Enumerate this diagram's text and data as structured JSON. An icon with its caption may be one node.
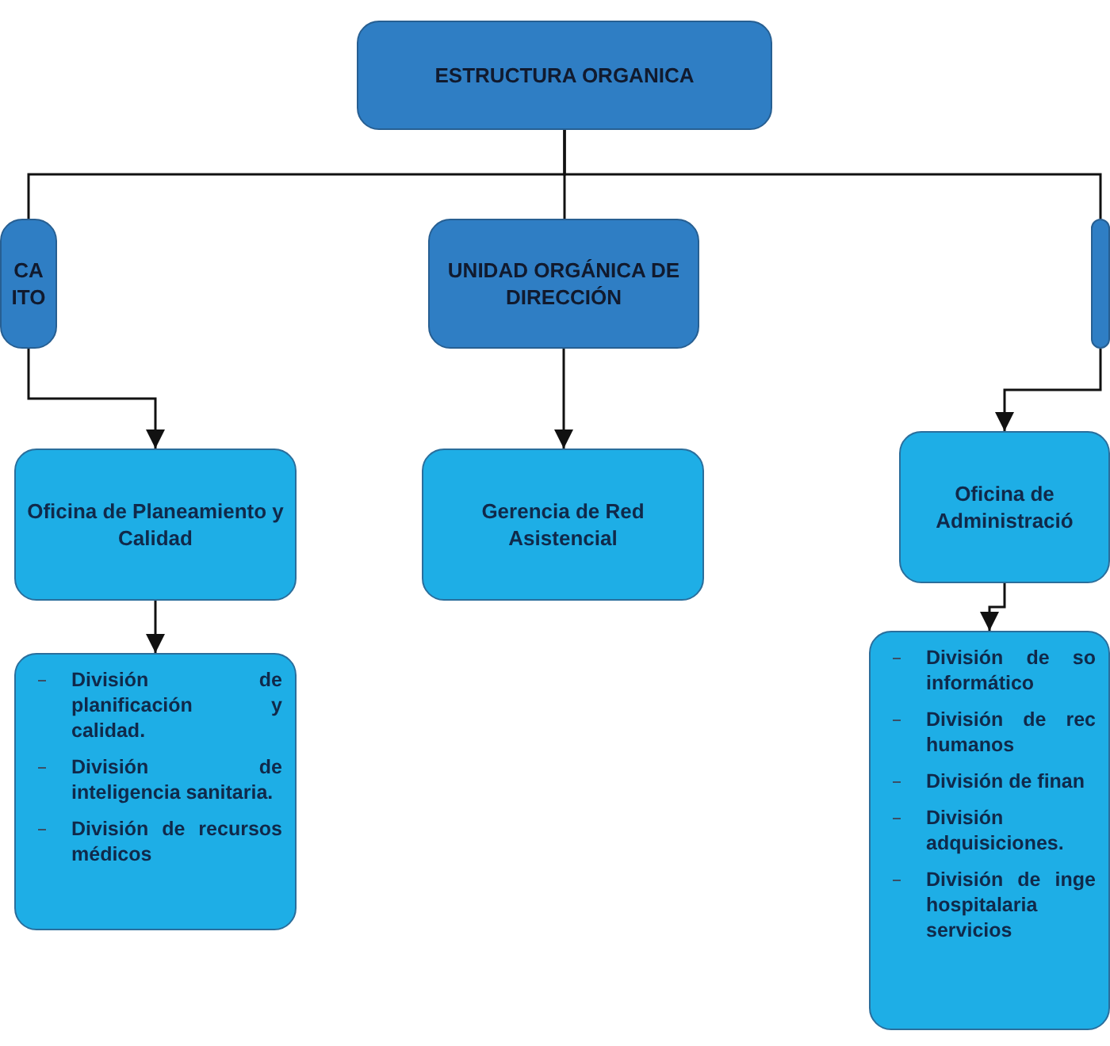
{
  "diagram": {
    "nodes": [
      {
        "text": [
          "ESTRUCTURA ORGANICA"
        ]
      },
      {
        "text": [
          "CA ITO"
        ]
      },
      {
        "text": [
          "UNIDAD ORGÁNICA DE DIRECCIÓN"
        ]
      },
      {
        "text": [],
        "shape": "box"
      },
      {
        "text": [
          "Oficina de Planeamiento y Calidad"
        ]
      },
      {
        "text": [
          "Gerencia de Red Asistencial"
        ]
      },
      {
        "text": [
          "Oficina de Administració"
        ]
      },
      {
        "text": [
          "División de planificación y calidad.",
          "División de inteligencia sanitaria.",
          "División de recursos médicos"
        ]
      },
      {
        "text": [
          "División de so informático",
          "División de rec humanos",
          "División de finan",
          "División adquisiciones.",
          "División de inge hospitalaria servicios"
        ]
      }
    ],
    "edges": [
      {
        "from": 0,
        "to": 1,
        "arrow": "none"
      },
      {
        "from": 0,
        "to": 2,
        "arrow": "none"
      },
      {
        "from": 0,
        "to": 3,
        "arrow": "none"
      },
      {
        "from": 1,
        "to": 4,
        "arrow": "to"
      },
      {
        "from": 2,
        "to": 5,
        "arrow": "to"
      },
      {
        "from": 3,
        "to": 6,
        "arrow": "to"
      },
      {
        "from": 4,
        "to": 7,
        "arrow": "to"
      },
      {
        "from": 6,
        "to": 8,
        "arrow": "to"
      }
    ]
  }
}
